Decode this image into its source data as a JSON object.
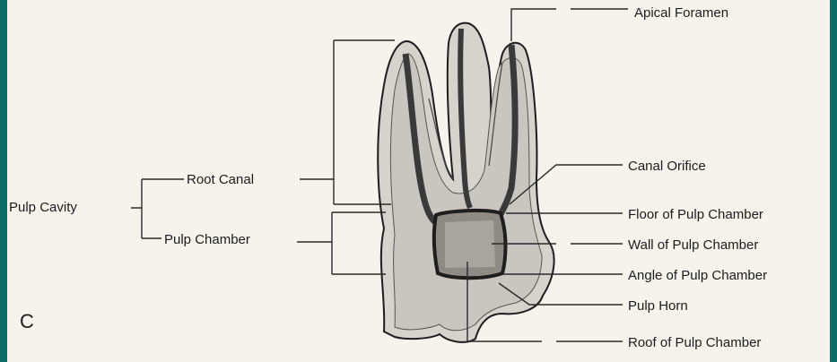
{
  "figure_letter": "C",
  "labels": {
    "pulp_cavity": "Pulp Cavity",
    "root_canal": "Root Canal",
    "pulp_chamber": "Pulp Chamber",
    "apical_foramen": "Apical Foramen",
    "canal_orifice": "Canal Orifice",
    "floor": "Floor of Pulp Chamber",
    "wall": "Wall of Pulp Chamber",
    "angle": "Angle of Pulp Chamber",
    "pulp_horn": "Pulp Horn",
    "roof": "Roof of Pulp Chamber"
  },
  "colors": {
    "background": "#0e6e67",
    "paper": "#f6f3ee",
    "dentin": "#c9c5c0",
    "pulp": "#8e8a86",
    "outline": "#1e1e1e"
  }
}
